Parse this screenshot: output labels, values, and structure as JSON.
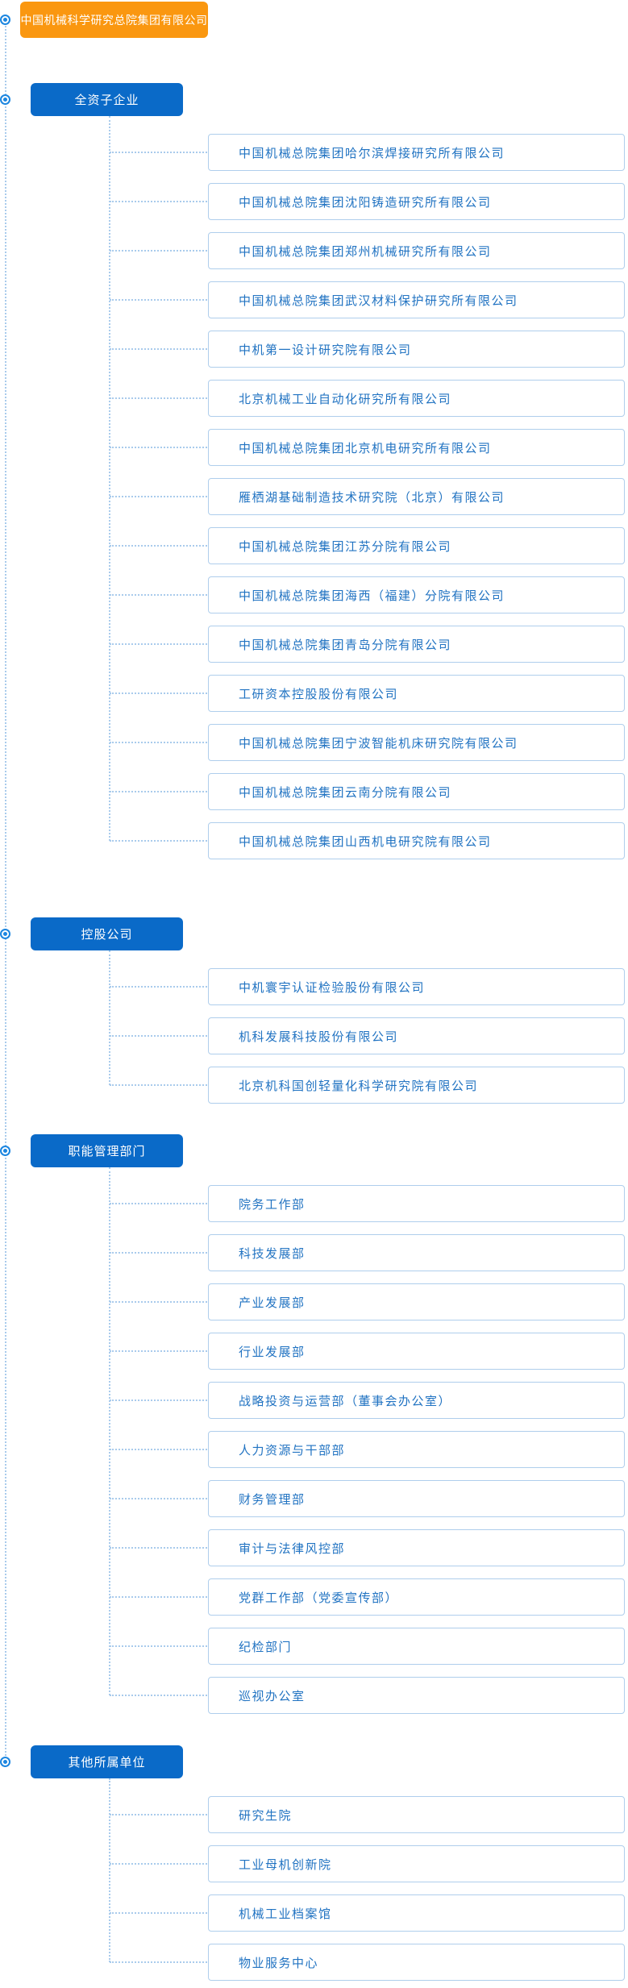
{
  "root": {
    "label": "中国机械科学研究总院集团有限公司"
  },
  "sections": [
    {
      "label": "全资子企业",
      "items": [
        {
          "label": "中国机械总院集团哈尔滨焊接研究所有限公司"
        },
        {
          "label": "中国机械总院集团沈阳铸造研究所有限公司"
        },
        {
          "label": "中国机械总院集团郑州机械研究所有限公司"
        },
        {
          "label": "中国机械总院集团武汉材料保护研究所有限公司"
        },
        {
          "label": "中机第一设计研究院有限公司"
        },
        {
          "label": "北京机械工业自动化研究所有限公司"
        },
        {
          "label": "中国机械总院集团北京机电研究所有限公司"
        },
        {
          "label": "雁栖湖基础制造技术研究院（北京）有限公司"
        },
        {
          "label": "中国机械总院集团江苏分院有限公司"
        },
        {
          "label": "中国机械总院集团海西（福建）分院有限公司"
        },
        {
          "label": "中国机械总院集团青岛分院有限公司"
        },
        {
          "label": "工研资本控股股份有限公司"
        },
        {
          "label": "中国机械总院集团宁波智能机床研究院有限公司"
        },
        {
          "label": "中国机械总院集团云南分院有限公司"
        },
        {
          "label": "中国机械总院集团山西机电研究院有限公司"
        }
      ]
    },
    {
      "label": "控股公司",
      "items": [
        {
          "label": "中机寰宇认证检验股份有限公司"
        },
        {
          "label": "机科发展科技股份有限公司"
        },
        {
          "label": "北京机科国创轻量化科学研究院有限公司"
        }
      ]
    },
    {
      "label": "职能管理部门",
      "items": [
        {
          "label": "院务工作部"
        },
        {
          "label": "科技发展部"
        },
        {
          "label": "产业发展部"
        },
        {
          "label": "行业发展部"
        },
        {
          "label": "战略投资与运营部（董事会办公室）"
        },
        {
          "label": "人力资源与干部部"
        },
        {
          "label": "财务管理部"
        },
        {
          "label": "审计与法律风控部"
        },
        {
          "label": "党群工作部（党委宣传部）"
        },
        {
          "label": "纪检部门"
        },
        {
          "label": "巡视办公室"
        }
      ]
    },
    {
      "label": "其他所属单位",
      "items": [
        {
          "label": "研究生院"
        },
        {
          "label": "工业母机创新院"
        },
        {
          "label": "机械工业档案馆"
        },
        {
          "label": "物业服务中心"
        }
      ]
    }
  ],
  "colors": {
    "root_box": "#FA9710",
    "category_box": "#0A6AC8",
    "item_text": "#2173C2",
    "item_border": "#AFCEEC",
    "connector_dots": "#A9CBEC",
    "bullet_icon": "#1C86E0"
  }
}
